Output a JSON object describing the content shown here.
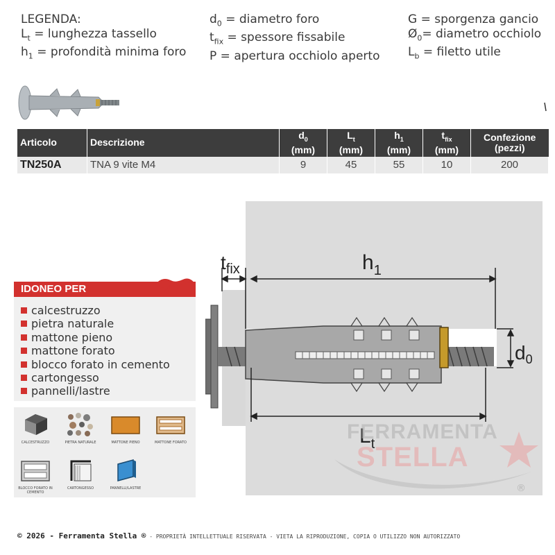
{
  "legend": {
    "title": "LEGENDA:",
    "items": [
      {
        "sym": "L",
        "sub": "t",
        "text": "= lunghezza tassello"
      },
      {
        "sym": "h",
        "sub": "1",
        "text": "= profondità minima foro"
      },
      {
        "sym": "d",
        "sub": "0",
        "text": "= diametro foro"
      },
      {
        "sym": "t",
        "sub": "fix",
        "text": "= spessore fissabile"
      },
      {
        "sym": "P",
        "sub": "",
        "text": "= apertura occhiolo aperto"
      },
      {
        "sym": "G",
        "sub": "",
        "text": "= sporgenza gancio"
      },
      {
        "sym": "Ø",
        "sub": "0",
        "text": "= diametro occhiolo"
      },
      {
        "sym": "L",
        "sub": "b",
        "text": "= filetto utile"
      }
    ]
  },
  "table": {
    "headers": [
      {
        "main": "Articolo",
        "unit": ""
      },
      {
        "main": "Descrizione",
        "unit": ""
      },
      {
        "main": "d",
        "sub": "0",
        "unit": "(mm)"
      },
      {
        "main": "L",
        "sub": "t",
        "unit": "(mm)"
      },
      {
        "main": "h",
        "sub": "1",
        "unit": "(mm)"
      },
      {
        "main": "t",
        "sub": "fix",
        "unit": "(mm)"
      },
      {
        "main": "Confezione",
        "unit": "(pezzi)"
      }
    ],
    "row": {
      "articolo": "TN250A",
      "descrizione": "TNA 9 vite M4",
      "d0": "9",
      "lt": "45",
      "h1": "55",
      "tfix": "10",
      "confezione": "200"
    }
  },
  "idoneo": {
    "title": "IDONEO PER",
    "items": [
      "calcestruzzo",
      "pietra naturale",
      "mattone pieno",
      "mattone forato",
      "blocco forato in cemento",
      "cartongesso",
      "pannelli/lastre"
    ]
  },
  "tiles": [
    "CALCESTRUZZO",
    "PIETRA NATURALE",
    "MATTONE PIENO",
    "MATTONE FORATO",
    "BLOCCO FORATO IN CEMENTO",
    "CARTONGESSO",
    "PANNELLI/LASTRE"
  ],
  "diagram": {
    "tfix": "t",
    "tfix_sub": "fix",
    "h1": "h",
    "h1_sub": "1",
    "d0": "d",
    "d0_sub": "0",
    "lt": "L",
    "lt_sub": "t"
  },
  "watermark": {
    "line1": "FERRAMENTA",
    "line2": "STELLA",
    "reg": "®"
  },
  "footer": {
    "bold": "© 2026 - Ferramenta Stella ®",
    "small": " - PROPRIETÀ INTELLETTUALE RISERVATA - VIETA LA RIPRODUZIONE, COPIA O UTILIZZO NON AUTORIZZATO"
  },
  "colors": {
    "accent": "#d2312e",
    "header_bg": "#3d3d3d",
    "row_bg": "#e9e9e9",
    "panel_bg": "#ebebeb"
  }
}
